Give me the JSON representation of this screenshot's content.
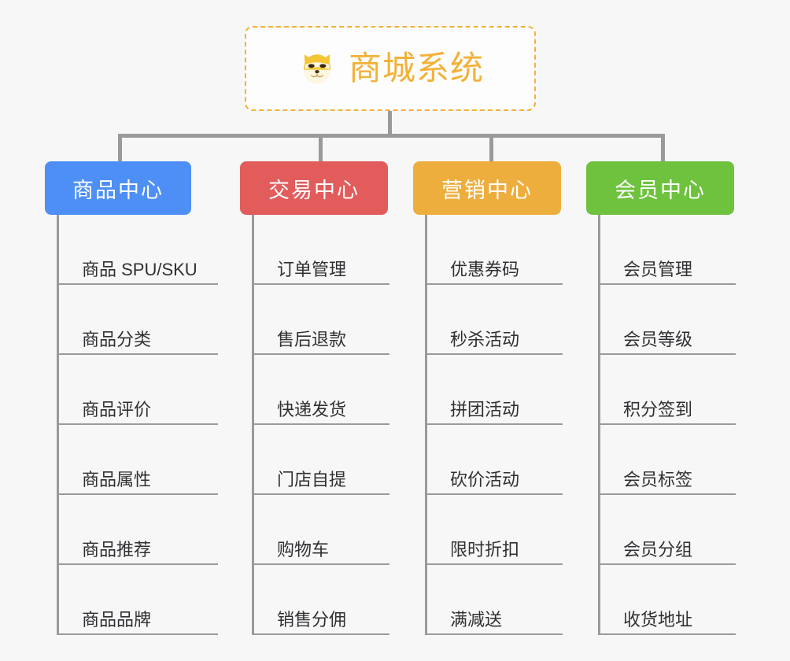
{
  "diagram": {
    "type": "mindmap",
    "background_color": "#f7f7f7",
    "root": {
      "title": "商城系统",
      "icon": "shiba-dog-icon",
      "text_color": "#f2b138",
      "border_color": "#f2b138"
    },
    "branches": [
      {
        "label": "商品中心",
        "color": "#4d8ff5",
        "items": [
          "商品 SPU/SKU",
          "商品分类",
          "商品评价",
          "商品属性",
          "商品推荐",
          "商品品牌"
        ]
      },
      {
        "label": "交易中心",
        "color": "#e25c5c",
        "items": [
          "订单管理",
          "售后退款",
          "快递发货",
          "门店自提",
          "购物车",
          "销售分佣"
        ]
      },
      {
        "label": "营销中心",
        "color": "#eeae3d",
        "items": [
          "优惠券码",
          "秒杀活动",
          "拼团活动",
          "砍价活动",
          "限时折扣",
          "满减送"
        ]
      },
      {
        "label": "会员中心",
        "color": "#6ec23e",
        "items": [
          "会员管理",
          "会员等级",
          "积分签到",
          "会员标签",
          "会员分组",
          "收货地址"
        ]
      }
    ]
  }
}
